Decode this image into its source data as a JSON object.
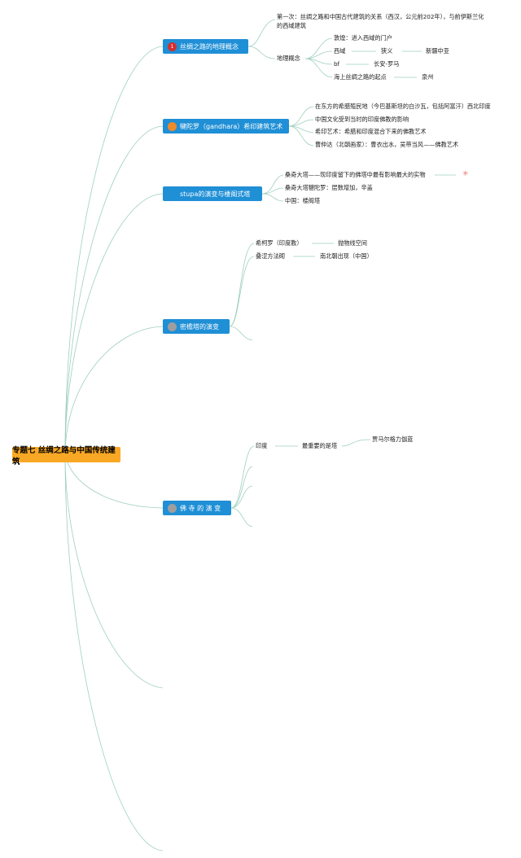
{
  "root": {
    "title": "专题七 丝绸之路与中国传统建筑"
  },
  "topics": [
    {
      "label": "丝绸之路的地理概念",
      "badge": {
        "text": "1",
        "color": "#d32f2f"
      },
      "items": [
        "第一次：丝绸之路和中国古代建筑的关系（西汉，公元前202年），与前伊斯兰化",
        "的西域建筑",
        "地理概念",
        "敦煌：进入西域的门户",
        "西域",
        "狭义",
        "新疆中亚",
        "bf",
        "长安-罗马",
        "海上丝绸之路的起点",
        "泉州"
      ]
    },
    {
      "label": "犍陀罗（gandhara）希印建筑艺术",
      "badge": {
        "text": "",
        "color": "#ef8a2a"
      },
      "items": [
        "在东方的希腊殖民地（今巴基斯坦的白沙瓦，包括阿富汗）西北印度",
        "中国文化受到当时的印度佛教的影响",
        "希印艺术：希腊和印度混合下来的佛教艺术",
        "曹仲达（北朝画家）：曹衣出水，吴带当风——佛教艺术"
      ]
    },
    {
      "label": "stupa的演变与楼阁式塔",
      "badge": {
        "text": "",
        "color": "#1f8fd6"
      },
      "items": [
        "桑奇大塔——现印度留下的佛塔中最有影响最大的实物",
        "桑奇大塔犍陀罗：层数增加，辛盖",
        "中国：楼阁塔"
      ]
    },
    {
      "label": "密檐塔的演变",
      "badge": {
        "text": "",
        "color": "#9e9e9e"
      },
      "items": [
        "希柯罗（印度教）",
        "抛物线空间",
        "叠涩方法砌",
        "南北朝出现（中国）"
      ]
    },
    {
      "label": "佛 寺 的 演 变",
      "badge": {
        "text": "",
        "color": "#9e9e9e"
      },
      "items": [
        "印度",
        "最重要的是塔",
        "贾马尔格力伽蓝"
      ]
    }
  ]
}
